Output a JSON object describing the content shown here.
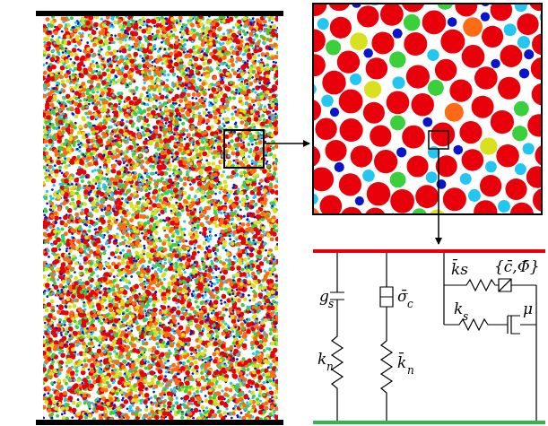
{
  "diagram": {
    "labels": [
      "g",
      "s",
      "k",
      "n",
      "σ̄",
      "c",
      "k̄",
      "n",
      "k̄s",
      "{c̄,Φ̄}",
      "k",
      "s",
      "μ"
    ]
  }
}
